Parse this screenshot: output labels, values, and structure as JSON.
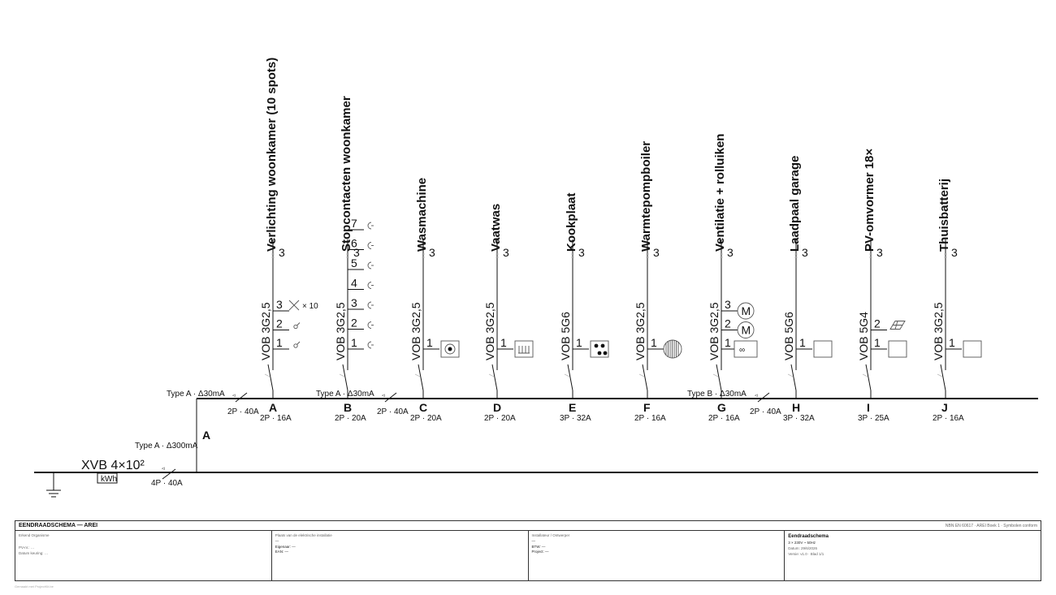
{
  "circuits": [
    {
      "letter": "A",
      "title": "Verlichting woonkamer (10 spots)",
      "cable": "VOB 3G2,5",
      "breaker": "2P · 16A",
      "rcd": "Type A · Δ30mA",
      "rcd_breaker": "2P · 40A",
      "top": "3",
      "nums": [
        "3",
        "2",
        "1"
      ],
      "times": "× 10"
    },
    {
      "letter": "B",
      "title": "Stopcontacten woonkamer",
      "cable": "VOB 3G2,5",
      "breaker": "2P · 20A",
      "rcd": "Type A · Δ30mA",
      "rcd_breaker": "2P · 40A",
      "top": "3",
      "nums": [
        "7",
        "6",
        "5",
        "4",
        "3",
        "2",
        "1"
      ]
    },
    {
      "letter": "C",
      "title": "Wasmachine",
      "cable": "VOB 3G2,5",
      "breaker": "2P · 20A",
      "top": "3",
      "nums": [
        "1"
      ]
    },
    {
      "letter": "D",
      "title": "Vaatwas",
      "cable": "VOB 3G2,5",
      "breaker": "2P · 20A",
      "top": "3",
      "nums": [
        "1"
      ]
    },
    {
      "letter": "E",
      "title": "Kookplaat",
      "cable": "VOB 5G6",
      "breaker": "3P · 32A",
      "top": "3",
      "nums": [
        "1"
      ]
    },
    {
      "letter": "F",
      "title": "Warmtepompboiler",
      "cable": "VOB 3G2,5",
      "breaker": "2P · 16A",
      "top": "3",
      "nums": [
        "1"
      ]
    },
    {
      "letter": "G",
      "title": "Ventilatie + rolluiken",
      "cable": "VOB 3G2,5",
      "breaker": "2P · 16A",
      "rcd": "Type B · Δ30mA",
      "rcd_breaker": "2P · 40A",
      "top": "3",
      "nums": [
        "3",
        "2",
        "1"
      ],
      "motor": "M"
    },
    {
      "letter": "H",
      "title": "Laadpaal garage",
      "cable": "VOB 5G6",
      "breaker": "3P · 32A",
      "top": "3",
      "nums": [
        "1"
      ]
    },
    {
      "letter": "I",
      "title": "PV-omvormer 18×",
      "cable": "VOB 5G4",
      "breaker": "3P · 25A",
      "top": "3",
      "nums": [
        "2",
        "1"
      ]
    },
    {
      "letter": "J",
      "title": "Thuisbatterij",
      "cable": "VOB 3G2,5",
      "breaker": "2P · 16A",
      "top": "3",
      "nums": [
        "1"
      ]
    }
  ],
  "main": {
    "letter": "A",
    "rcd": "Type A · Δ300mA",
    "feeder": "XVB 4×10²",
    "meter": "kWh",
    "breaker": "4P · 40A"
  },
  "titleblock": {
    "title": "EENDRAADSCHEMA — AREI",
    "norm": "NBN EN 60617 · AREI Boek 1 · Symbolen conform",
    "col1": {
      "line1": "Erkend Organisme",
      "line2": "PV-nr.: …",
      "line3": "Datum keuring: …"
    },
    "col2": {
      "line1": "Plaats van de elektrische installatie",
      "line2": "—",
      "line3": "Eigenaar: —",
      "line4": "EAN: —"
    },
    "col3": {
      "line1": "Installateur / Ontwerper",
      "line2": "—",
      "line3": "BTW: —",
      "line4": "Project: —"
    },
    "col4": {
      "line1": "Eendraadschema",
      "line2": "3 × 230V ~ 50Hz",
      "line3": "Datum: 29/6/2026",
      "line4": "Versie: v1.0 · Blad 1/1"
    }
  },
  "footer": "Gemaakt met ProjectKit.be"
}
